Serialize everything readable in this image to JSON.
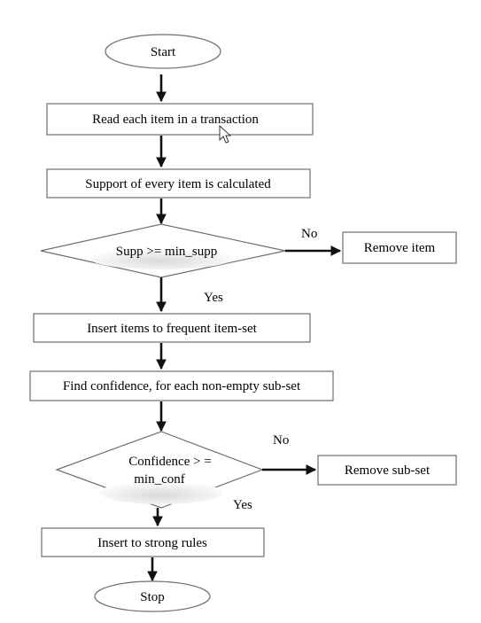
{
  "nodes": {
    "start": "Start",
    "read": "Read each item in a transaction",
    "support": "Support of every item is calculated",
    "supp_check": "Supp >= min_supp",
    "remove_item": "Remove item",
    "insert_frequent": "Insert items to frequent item-set",
    "find_conf": "Find confidence, for each non-empty sub-set",
    "conf_check_line1": "Confidence > =",
    "conf_check_line2": "min_conf",
    "remove_subset": "Remove sub-set",
    "insert_strong": "Insert to strong rules",
    "stop": "Stop"
  },
  "edge_labels": {
    "supp_no": "No",
    "supp_yes": "Yes",
    "conf_no": "No",
    "conf_yes": "Yes"
  },
  "colors": {
    "stroke": "#6e6e6e",
    "arrow": "#111111",
    "text": "#000000"
  }
}
